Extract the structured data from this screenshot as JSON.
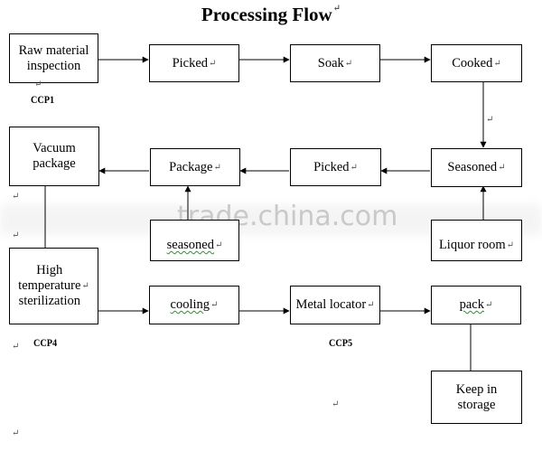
{
  "title": "Processing Flow",
  "watermark": "trade.china.com",
  "steps": {
    "raw_material_inspection": "Raw material\ninspection",
    "picked_1": "Picked",
    "soak": "Soak",
    "cooked": "Cooked",
    "seasoned": "Seasoned",
    "picked_2": "Picked",
    "package": "Package",
    "vacuum_package": "Vacuum\npackage",
    "seasoned_input": "seasoned",
    "liquor_room": "Liquor room",
    "high_temp_sterilization": "High\ntemperature\nsterilization",
    "cooling": "cooling",
    "metal_locator": "Metal locator",
    "pack": "pack",
    "keep_in_storage": "Keep in\nstorage"
  },
  "ccp": {
    "ccp1": "CCP1",
    "ccp4": "CCP4",
    "ccp5": "CCP5"
  }
}
